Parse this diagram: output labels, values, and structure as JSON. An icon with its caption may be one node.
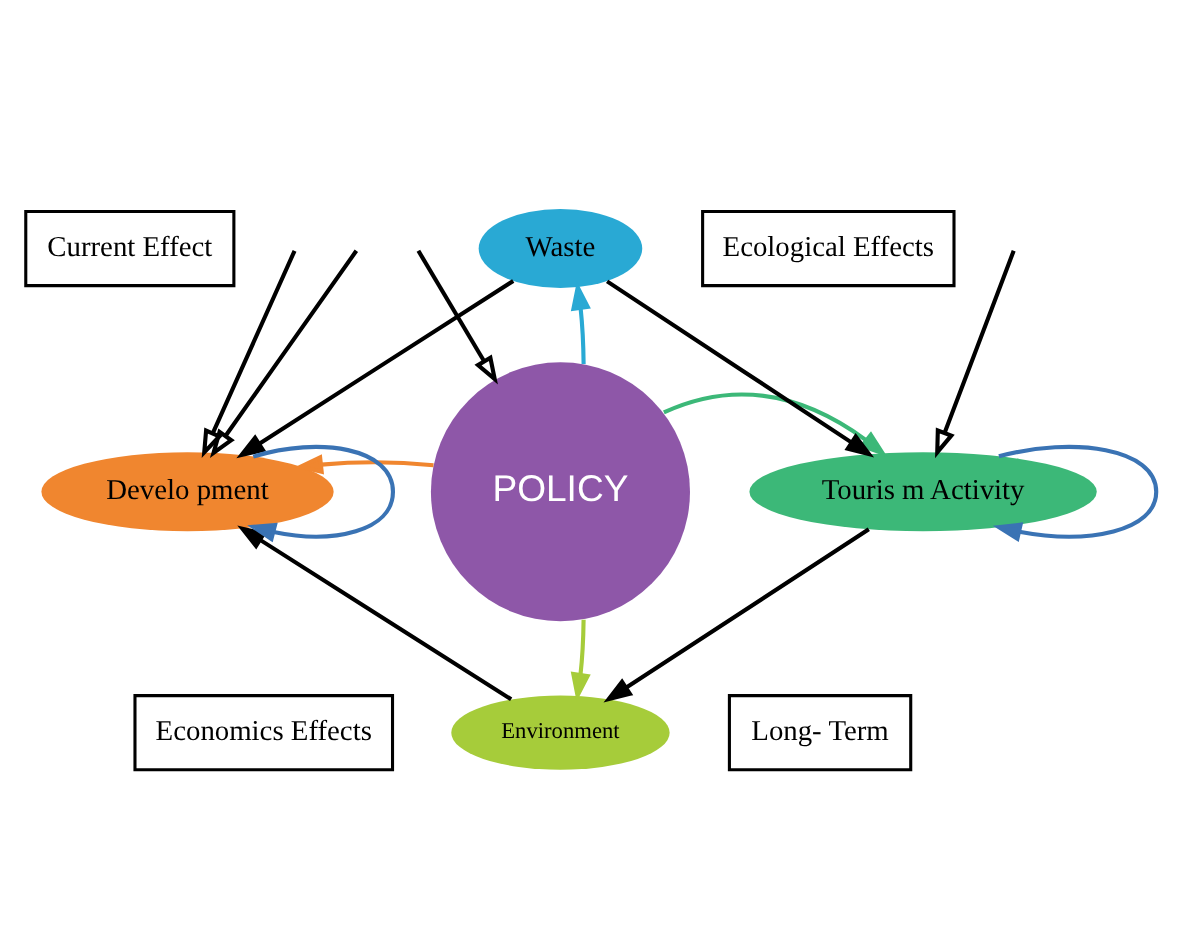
{
  "diagram": {
    "nodes": [
      {
        "text": [
          "POLICY"
        ]
      },
      {
        "text": [
          "Waste"
        ]
      },
      {
        "text": [
          "Touris m Activity"
        ]
      },
      {
        "text": [
          "Environment"
        ]
      },
      {
        "text": [
          "Develo pment"
        ]
      },
      {
        "text": [
          "Current Effect"
        ]
      },
      {
        "text": [
          "Ecological Effects"
        ]
      },
      {
        "text": [
          "Economics Effects"
        ]
      },
      {
        "text": [
          "Long- Term"
        ]
      }
    ],
    "edges": [
      {
        "from": 0,
        "to": 1,
        "arrow": "to",
        "color": "#29a9d4"
      },
      {
        "from": 0,
        "to": 2,
        "arrow": "to",
        "color": "#3cb878"
      },
      {
        "from": 0,
        "to": 3,
        "arrow": "to",
        "color": "#a6cc3a"
      },
      {
        "from": 0,
        "to": 4,
        "arrow": "to",
        "color": "#f0862f"
      },
      {
        "from": 1,
        "to": 2,
        "arrow": "to"
      },
      {
        "from": 2,
        "to": 3,
        "arrow": "to"
      },
      {
        "from": 3,
        "to": 4,
        "arrow": "to"
      },
      {
        "from": 1,
        "to": 4,
        "arrow": "to"
      },
      {
        "from": null,
        "to": 4,
        "arrow": "to"
      },
      {
        "from": null,
        "to": 0,
        "arrow": "to"
      },
      {
        "from": null,
        "to": 4,
        "arrow": "to"
      },
      {
        "from": null,
        "to": 2,
        "arrow": "to"
      },
      {
        "from": 4,
        "to": 4,
        "arrow": "to",
        "color": "#3a73b4"
      },
      {
        "from": 2,
        "to": 2,
        "arrow": "to",
        "color": "#3a73b4"
      }
    ]
  }
}
